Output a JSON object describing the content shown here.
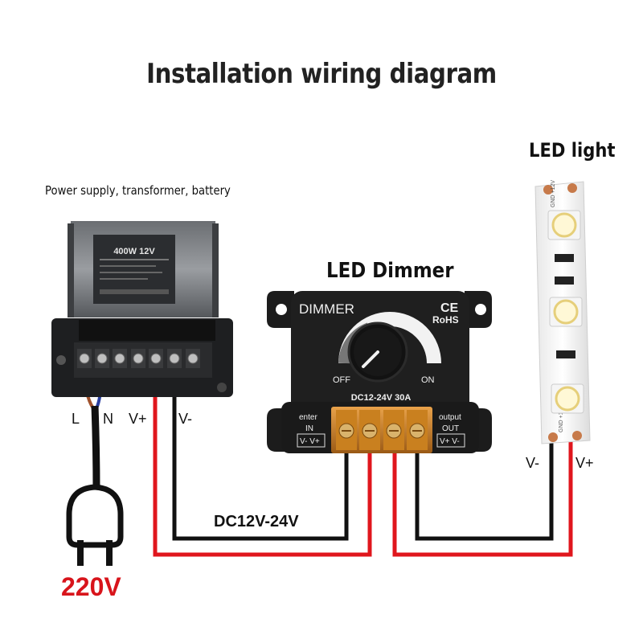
{
  "title": "Installation wiring diagram",
  "power_supply": {
    "label": "Power supply, transformer, battery",
    "model": "400W 12V",
    "terminals": [
      "L",
      "N",
      "V+",
      "V-"
    ]
  },
  "dimmer": {
    "label": "LED Dimmer",
    "brand": "DIMMER",
    "cert_ce": "CE",
    "cert_rohs": "RoHS",
    "off": "OFF",
    "on": "ON",
    "rating": "DC12-24V  30A",
    "enter": "enter",
    "in": "IN",
    "output": "output",
    "out": "OUT",
    "in_pins": "V- V+",
    "out_pins": "V+ V-"
  },
  "led": {
    "label": "LED light",
    "v_minus": "V-",
    "v_plus": "V+",
    "strip_text_top": "GND +12V",
    "strip_text_bottom": "GND +12V"
  },
  "wiring": {
    "dc_label": "DC12V-24V",
    "mains_label": "220V",
    "colors": {
      "red": "#e0161d",
      "black": "#111111",
      "brown": "#a0522d",
      "blue": "#2a3fa0"
    }
  }
}
